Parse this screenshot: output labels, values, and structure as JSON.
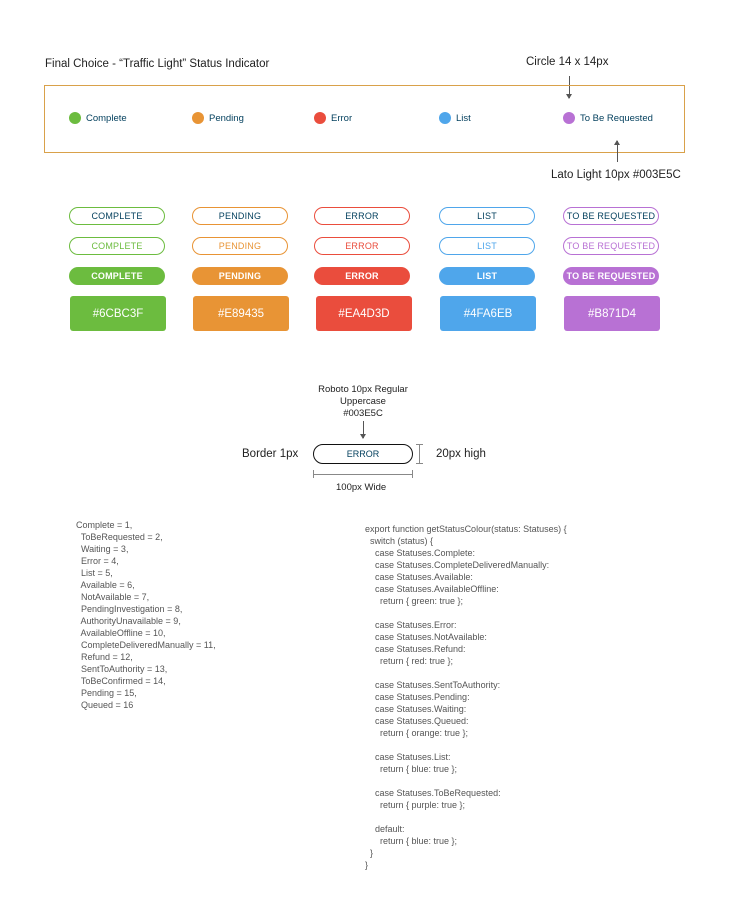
{
  "title": "Final Choice - “Traffic Light” Status Indicator",
  "annotations": {
    "circle_size": "Circle 14 x 14px",
    "font_spec": "Lato Light 10px #003E5C",
    "pill_font_line1": "Roboto 10px Regular",
    "pill_font_line2": "Uppercase",
    "pill_font_line3": "#003E5C",
    "border": "Border 1px",
    "height": "20px high",
    "width": "100px Wide"
  },
  "colors": {
    "text": "#003E5C",
    "frame": "#D9A14A"
  },
  "statuses": [
    {
      "label": "Complete",
      "upper": "COMPLETE",
      "hex": "#6CBC3F",
      "color": "#6CBC3F"
    },
    {
      "label": "Pending",
      "upper": "PENDING",
      "hex": "#E89435",
      "color": "#E89435"
    },
    {
      "label": "Error",
      "upper": "ERROR",
      "hex": "#EA4D3D",
      "color": "#EA4D3D"
    },
    {
      "label": "List",
      "upper": "LIST",
      "hex": "#4FA6EB",
      "color": "#4FA6EB"
    },
    {
      "label": "To Be Requested",
      "upper": "TO BE REQUESTED",
      "hex": "#B871D4",
      "color": "#B871D4"
    }
  ],
  "spec_pill_label": "ERROR",
  "enum_text": "Complete = 1,\n  ToBeRequested = 2,\n  Waiting = 3,\n  Error = 4,\n  List = 5,\n  Available = 6,\n  NotAvailable = 7,\n  PendingInvestigation = 8,\n  AuthorityUnavailable = 9,\n  AvailableOffline = 10,\n  CompleteDeliveredManually = 11,\n  Refund = 12,\n  SentToAuthority = 13,\n  ToBeConfirmed = 14,\n  Pending = 15,\n  Queued = 16",
  "function_text": "export function getStatusColour(status: Statuses) {\n  switch (status) {\n    case Statuses.Complete:\n    case Statuses.CompleteDeliveredManually:\n    case Statuses.Available:\n    case Statuses.AvailableOffline:\n      return { green: true };\n\n    case Statuses.Error:\n    case Statuses.NotAvailable:\n    case Statuses.Refund:\n      return { red: true };\n\n    case Statuses.SentToAuthority:\n    case Statuses.Pending:\n    case Statuses.Waiting:\n    case Statuses.Queued:\n      return { orange: true };\n\n    case Statuses.List:\n      return { blue: true };\n\n    case Statuses.ToBeRequested:\n      return { purple: true };\n\n    default:\n      return { blue: true };\n  }\n}"
}
